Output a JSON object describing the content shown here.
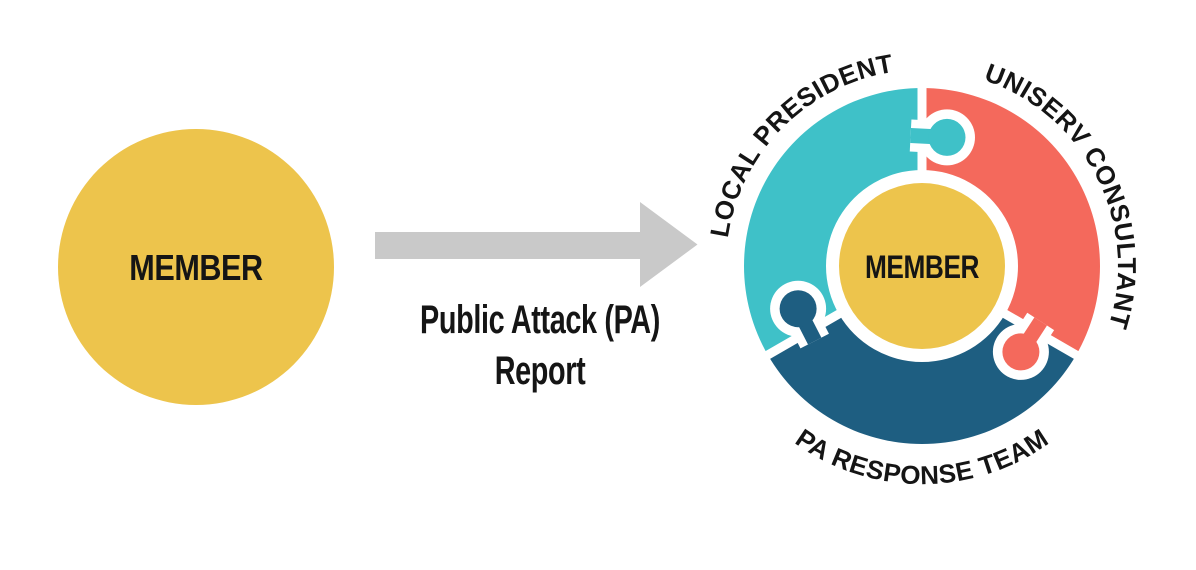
{
  "page": {
    "background": "#FFFFFF"
  },
  "colors": {
    "yellow": "#EDC44C",
    "teal": "#3FC1C8",
    "coral": "#F4695C",
    "navy": "#1E5E81",
    "arrow_gray": "#C9C9C9",
    "text_black": "#151515",
    "outline_white": "#FFFFFF"
  },
  "member_source": {
    "label": "MEMBER"
  },
  "arrow": {
    "caption_line1": "Public Attack (PA)",
    "caption_line2": "Report"
  },
  "ring": {
    "center": {
      "label": "MEMBER"
    },
    "segments": [
      {
        "id": "local-president",
        "label": "LOCAL PRESIDENT",
        "color": "#3FC1C8"
      },
      {
        "id": "uniserv-consultant",
        "label": "UNISERV CONSULTANT",
        "color": "#F4695C"
      },
      {
        "id": "pa-response-team",
        "label": "PA RESPONSE TEAM",
        "color": "#1E5E81"
      }
    ]
  }
}
